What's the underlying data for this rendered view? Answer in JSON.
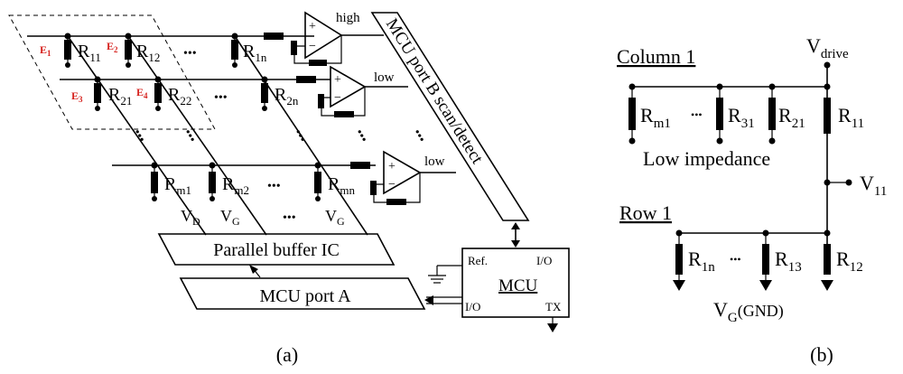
{
  "panel_a": {
    "caption": "(a)",
    "resistors": {
      "r11": {
        "b": "R",
        "s": "11"
      },
      "r12": {
        "b": "R",
        "s": "12"
      },
      "r1n": {
        "b": "R",
        "s": "1n"
      },
      "r21": {
        "b": "R",
        "s": "21"
      },
      "r22": {
        "b": "R",
        "s": "22"
      },
      "r2n": {
        "b": "R",
        "s": "2n"
      },
      "rm1": {
        "b": "R",
        "s": "m1"
      },
      "rm2": {
        "b": "R",
        "s": "m2"
      },
      "rmn": {
        "b": "R",
        "s": "mn"
      }
    },
    "electrodes": {
      "e1": {
        "b": "E",
        "s": "1"
      },
      "e2": {
        "b": "E",
        "s": "2"
      },
      "e3": {
        "b": "E",
        "s": "3"
      },
      "e4": {
        "b": "E",
        "s": "4"
      }
    },
    "amp_outputs": {
      "row1": "high",
      "row2": "low",
      "rowm": "low"
    },
    "column_voltages": {
      "c1": {
        "b": "V",
        "s": "D"
      },
      "c2": {
        "b": "V",
        "s": "G"
      },
      "c3": {
        "b": "V",
        "s": "G"
      }
    },
    "ellipsis": "•••",
    "scan_block": "MCU port B scan/detect",
    "buffer_block": "Parallel buffer IC",
    "porta_block": "MCU port A",
    "mcu": {
      "title": "MCU",
      "ref": "Ref.",
      "io_top": "I/O",
      "io_left": "I/O",
      "tx": "TX"
    }
  },
  "panel_b": {
    "caption": "(b)",
    "column_label": "Column 1",
    "row_label": "Row 1",
    "low_impedance": "Low impedance",
    "ellipsis": "•••",
    "vdrive": {
      "b": "V",
      "s": "drive"
    },
    "v11": {
      "b": "V",
      "s": "11"
    },
    "vg": {
      "b": "V",
      "s": "G",
      "tail": "(GND)"
    },
    "resistors": {
      "rm1": {
        "b": "R",
        "s": "m1"
      },
      "r31": {
        "b": "R",
        "s": "31"
      },
      "r21": {
        "b": "R",
        "s": "21"
      },
      "r11": {
        "b": "R",
        "s": "11"
      },
      "r1n": {
        "b": "R",
        "s": "1n"
      },
      "r13": {
        "b": "R",
        "s": "13"
      },
      "r12": {
        "b": "R",
        "s": "12"
      }
    }
  }
}
